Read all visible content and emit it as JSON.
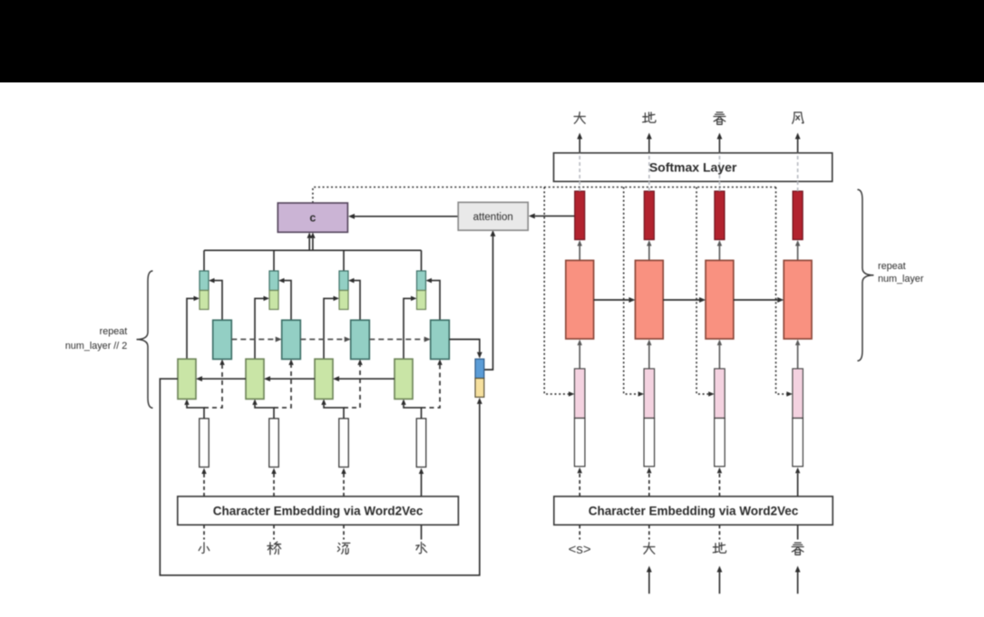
{
  "page": {
    "background": "#ffffff",
    "top_bar_color": "#000000"
  },
  "diagram": {
    "type": "seq2seq encoder-decoder with attention",
    "encoder": {
      "input_tokens": [
        "小",
        "桥",
        "流",
        "水"
      ],
      "embedding_box_label": "Character Embedding via Word2Vec",
      "repeat_label": [
        "repeat",
        "num_layer // 2"
      ]
    },
    "decoder": {
      "input_tokens": [
        "<s>",
        "大",
        "地",
        "春"
      ],
      "output_tokens": [
        "大",
        "地",
        "春",
        "风"
      ],
      "softmax_label": "Softmax Layer",
      "embedding_box_label": "Character Embedding via Word2Vec",
      "repeat_label": [
        "repeat",
        "num_layer"
      ]
    },
    "context_label": "c",
    "attention_label": "attention"
  },
  "colors": {
    "teal_fill": "#93cfc4",
    "teal_stroke": "#3c6e66",
    "green_fill": "#c9e5a6",
    "green_stroke": "#6e8559",
    "white_fill": "#ffffff",
    "bar_stroke": "#3a3a3a",
    "salmon_fill": "#f99180",
    "salmon_stroke": "#8a4638",
    "red_fill": "#b2232f",
    "red_stroke": "#6e141f",
    "pink_fill": "#f4d2e0",
    "pink_stroke": "#4a4a4a",
    "blue_fill": "#5b9cd6",
    "blue_stroke": "#2f5a86",
    "yellow_fill": "#f6e09e",
    "yellow_stroke": "#5a5138",
    "context_fill": "#cbb4d5",
    "context_stroke": "#55465d",
    "attention_fill": "#e9e9e9",
    "attention_stroke": "#8a8a8a",
    "box_fill": "#ffffff",
    "box_stroke": "#3a3a3a",
    "wire": "#2e2e2e",
    "wire_gray": "#7d7d7d",
    "faint_dash": "#b9bcc2",
    "text": "#2b2b2b",
    "token_text": "#3d3d3d"
  }
}
